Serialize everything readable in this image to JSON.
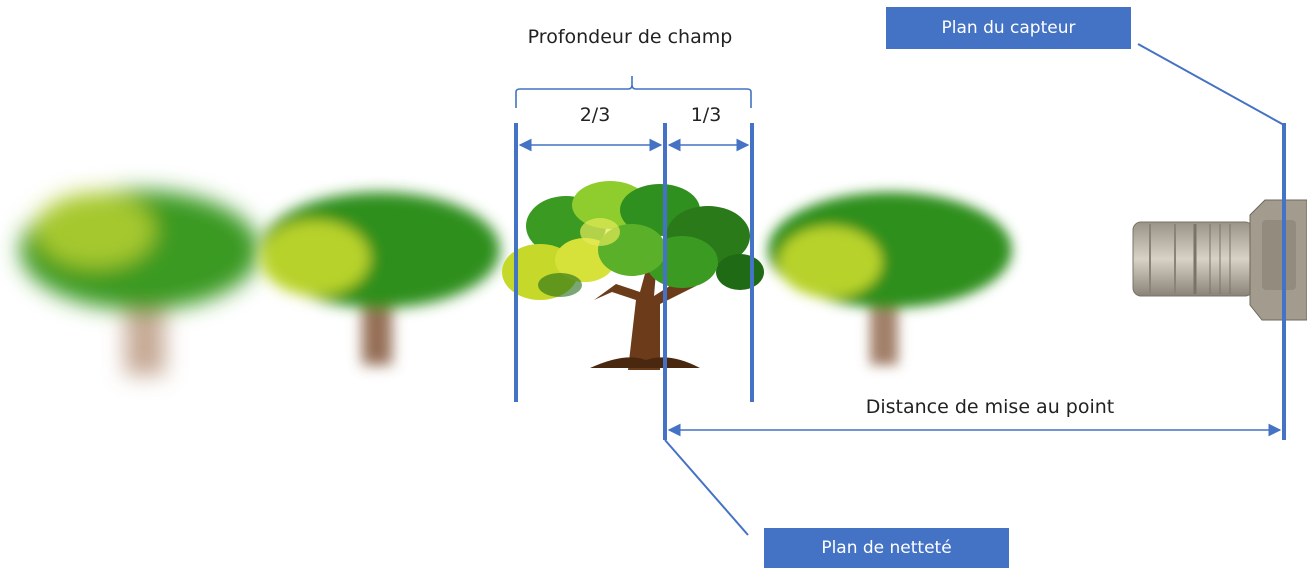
{
  "labels": {
    "depth_of_field": "Profondeur de champ",
    "two_thirds": "2/3",
    "one_third": "1/3",
    "focus_distance": "Distance de mise au point",
    "sensor_plane": "Plan du capteur",
    "sharpness_plane": "Plan de netteté"
  },
  "colors": {
    "line_blue": "#4472c4",
    "box_blue": "#4472c4",
    "box_text": "#ffffff",
    "foliage_dark": "#2f8f1f",
    "foliage_light": "#c6d92a",
    "trunk": "#6b3b1a"
  },
  "icons": {
    "camera": "camera-icon",
    "tree": "tree-icon"
  }
}
